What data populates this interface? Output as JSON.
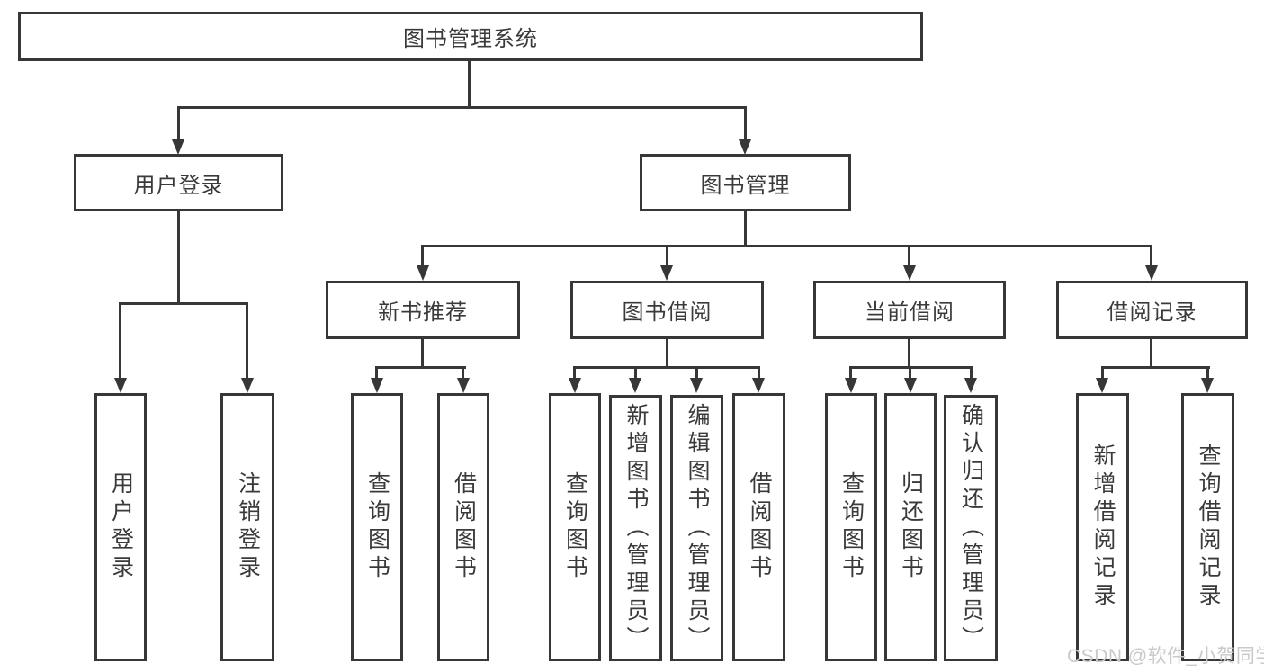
{
  "tree": {
    "label": "图书管理系统",
    "children": [
      {
        "label": "用户登录",
        "children": [
          {
            "label": "用户登录"
          },
          {
            "label": "注销登录"
          }
        ]
      },
      {
        "label": "图书管理",
        "children": [
          {
            "label": "新书推荐",
            "children": [
              {
                "label": "查询图书"
              },
              {
                "label": "借阅图书"
              }
            ]
          },
          {
            "label": "图书借阅",
            "children": [
              {
                "label": "查询图书"
              },
              {
                "label": "新增图书（管理员）"
              },
              {
                "label": "编辑图书（管理员）"
              },
              {
                "label": "借阅图书"
              }
            ]
          },
          {
            "label": "当前借阅",
            "children": [
              {
                "label": "查询图书"
              },
              {
                "label": "归还图书"
              },
              {
                "label": "确认归还（管理员）"
              }
            ]
          },
          {
            "label": "借阅记录",
            "children": [
              {
                "label": "新增借阅记录"
              },
              {
                "label": "查询借阅记录"
              }
            ]
          }
        ]
      }
    ]
  },
  "watermark": {
    "text": "CSDN @软件_小贺同学"
  },
  "colors": {
    "line": "#373737",
    "text": "#3a3a3a",
    "watermark": "#c9c9c9",
    "background": "#ffffff"
  }
}
